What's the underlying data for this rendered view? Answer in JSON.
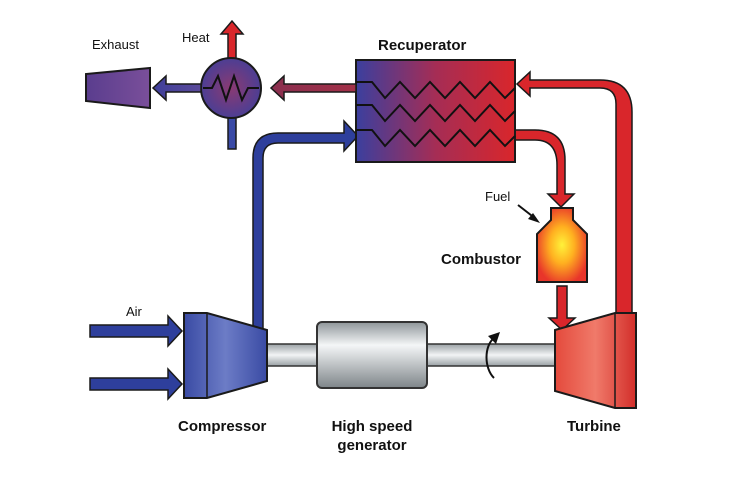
{
  "labels": {
    "exhaust": "Exhaust",
    "heat": "Heat",
    "recuperator": "Recuperator",
    "fuel": "Fuel",
    "combustor": "Combustor",
    "air": "Air",
    "compressor": "Compressor",
    "generator_line1": "High speed",
    "generator_line2": "generator",
    "turbine": "Turbine"
  },
  "colors": {
    "cold": "#2e3f9c",
    "hot": "#d9262b",
    "mixed": "#6b4fa0",
    "shaft": "#c8ccd0"
  }
}
